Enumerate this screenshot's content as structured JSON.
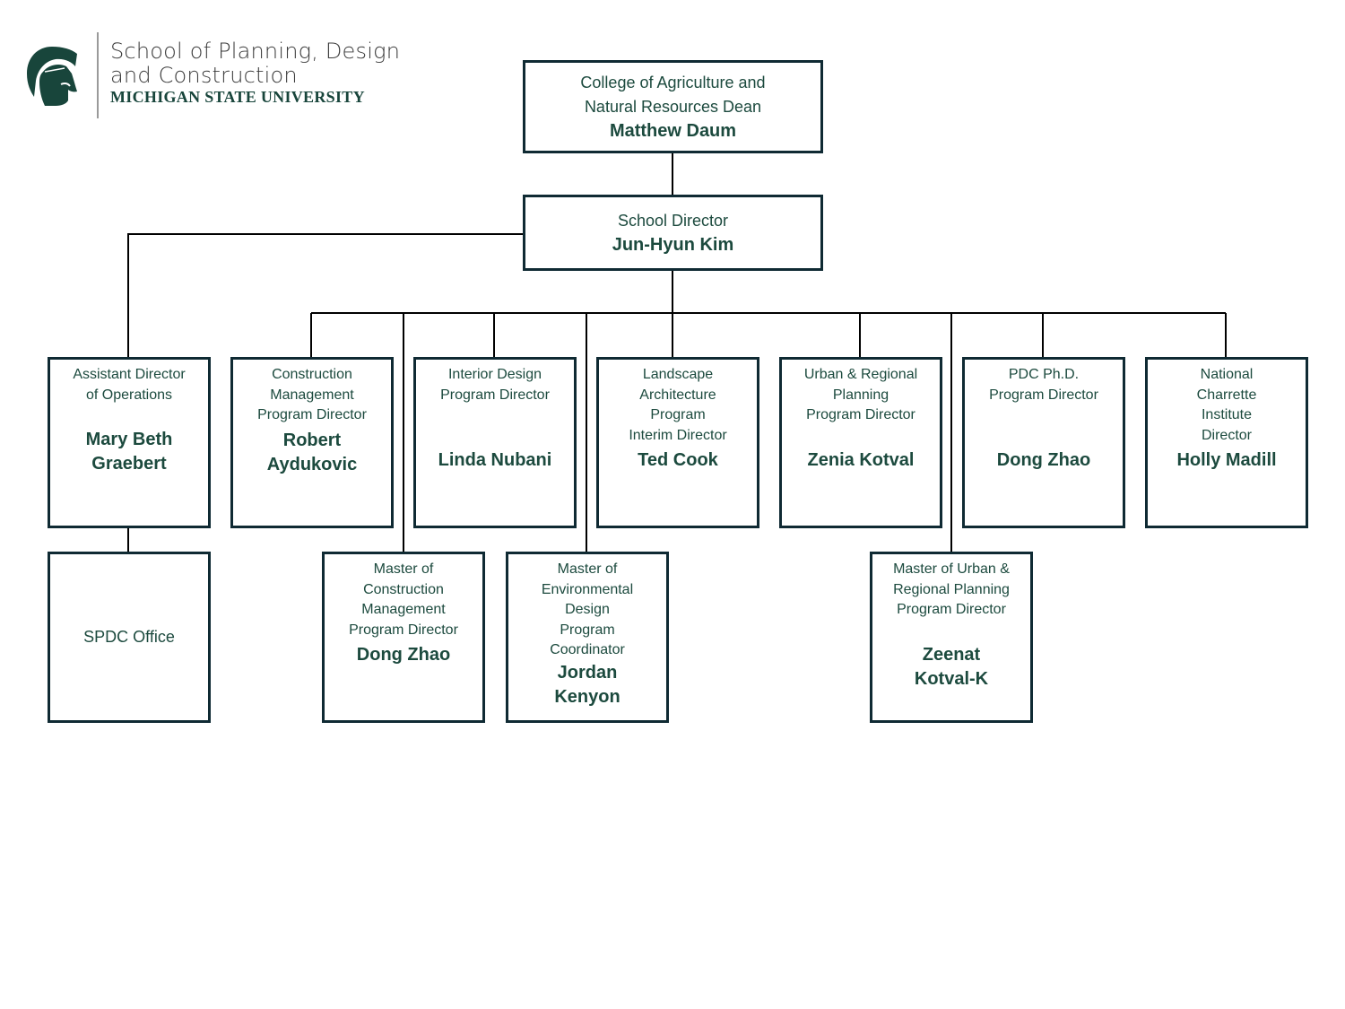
{
  "logo": {
    "line1": "School of Planning, Design",
    "line2": "and Construction",
    "line3": "MICHIGAN STATE UNIVERSITY",
    "icon": "spartan-helmet-icon",
    "brand_color": "#18453b"
  },
  "colors": {
    "box_border": "#0f2a33",
    "text": "#1c4a3e",
    "connector": "#000000"
  },
  "nodes": {
    "dean": {
      "title": "College of Agriculture and\nNatural Resources Dean",
      "name": "Matthew Daum"
    },
    "director": {
      "title": "School Director",
      "name": "Jun-Hyun Kim"
    },
    "asst_director": {
      "title": "Assistant Director\nof Operations",
      "name": "Mary Beth\nGraebert"
    },
    "cm_director": {
      "title": "Construction\nManagement\nProgram Director",
      "name": "Robert\nAydukovic"
    },
    "id_director": {
      "title": "Interior Design\nProgram Director",
      "name": "Linda Nubani"
    },
    "la_director": {
      "title": "Landscape\nArchitecture\nProgram\nInterim Director",
      "name": "Ted Cook"
    },
    "urp_director": {
      "title": "Urban & Regional\nPlanning\nProgram Director",
      "name": "Zenia Kotval"
    },
    "phd_director": {
      "title": "PDC Ph.D.\nProgram Director",
      "name": "Dong Zhao"
    },
    "nci_director": {
      "title": "National\nCharrette\nInstitute\nDirector",
      "name": "Holly Madill"
    },
    "spdc_office": {
      "title": "SPDC Office",
      "name": ""
    },
    "mcm_director": {
      "title": "Master of\nConstruction\nManagement\nProgram Director",
      "name": "Dong Zhao"
    },
    "med_coordinator": {
      "title": "Master of\nEnvironmental\nDesign\nProgram\nCoordinator",
      "name": "Jordan\nKenyon"
    },
    "murp_director": {
      "title": "Master of Urban &\nRegional Planning\nProgram Director",
      "name": "Zeenat\nKotval-K"
    }
  }
}
